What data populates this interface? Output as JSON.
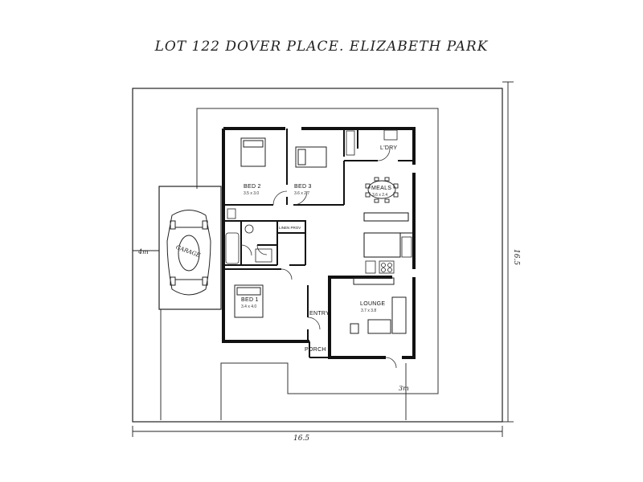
{
  "title": "LOT 122 DOVER PLACE. ELIZABETH PARK",
  "rooms": {
    "bed2": {
      "name": "BED 2",
      "dim": "3.5 x 3.0"
    },
    "bed3": {
      "name": "BED 3",
      "dim": "3.6 x 2.7"
    },
    "bed1": {
      "name": "BED 1",
      "dim": "3.4 x 4.0"
    },
    "meals": {
      "name": "MEALS",
      "dim": "3.6 x 2.4"
    },
    "lounge": {
      "name": "LOUNGE",
      "dim": "3.7 x 3.8"
    },
    "ldry": {
      "name": "L'DRY"
    },
    "entry": {
      "name": "ENTRY"
    },
    "porch": {
      "name": "PORCH"
    },
    "linen": {
      "name": "LINEN PROV"
    },
    "garage": {
      "name": "GARAGE"
    }
  },
  "dimensions": {
    "left_setback": "4m",
    "right_depth": "16.5",
    "bottom_width": "16.5",
    "front_setback": "3m"
  }
}
